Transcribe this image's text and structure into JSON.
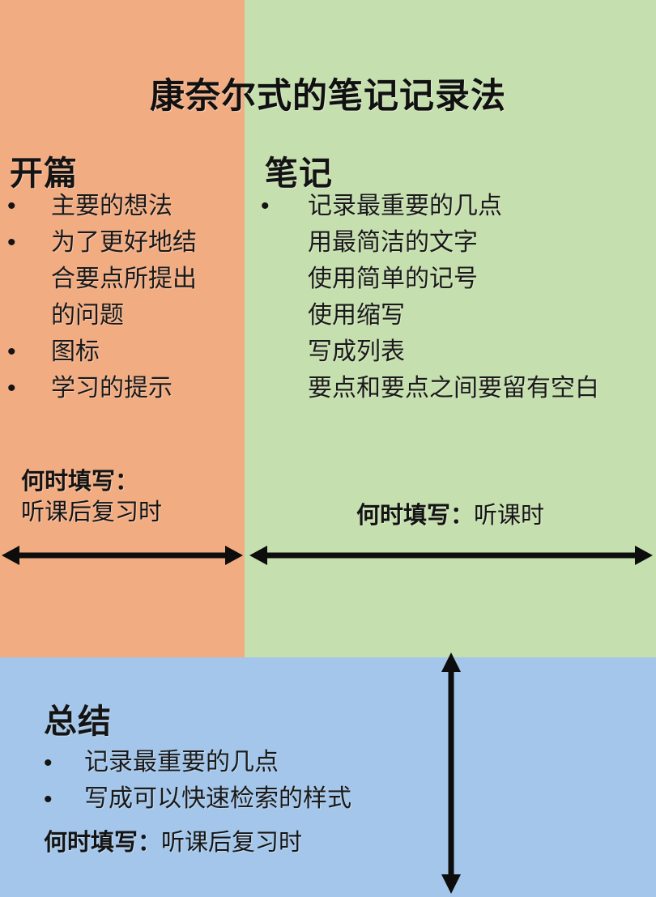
{
  "title": "康奈尔式的笔记记录法",
  "colors": {
    "cue_bg": "#F2AC82",
    "notes_bg": "#C6DFAE",
    "summary_bg": "#A3C6EA",
    "text": "#141414",
    "arrow": "#0d0d0d"
  },
  "cue": {
    "heading": "开篇",
    "bullets": [
      "主要的想法",
      "为了更好地结\n合要点所提出\n的问题",
      "图标",
      "学习的提示"
    ],
    "when": {
      "label": "何时填写：",
      "value": "听课后复习时"
    },
    "arrow": "double-headed-horizontal-arrow"
  },
  "notes": {
    "heading": "笔记",
    "bullets": [
      "记录最重要的几点\n用最简洁的文字\n使用简单的记号\n使用缩写\n写成列表\n要点和要点之间要留有空白"
    ],
    "when": {
      "label": "何时填写：",
      "value": "听课时"
    },
    "arrow": "double-headed-horizontal-arrow"
  },
  "summary": {
    "heading": "总结",
    "bullets": [
      "记录最重要的几点",
      "写成可以快速检索的样式"
    ],
    "when": {
      "label": "何时填写：",
      "value": "听课后复习时"
    },
    "arrow": "double-headed-vertical-arrow"
  },
  "bullet_glyph": "•"
}
